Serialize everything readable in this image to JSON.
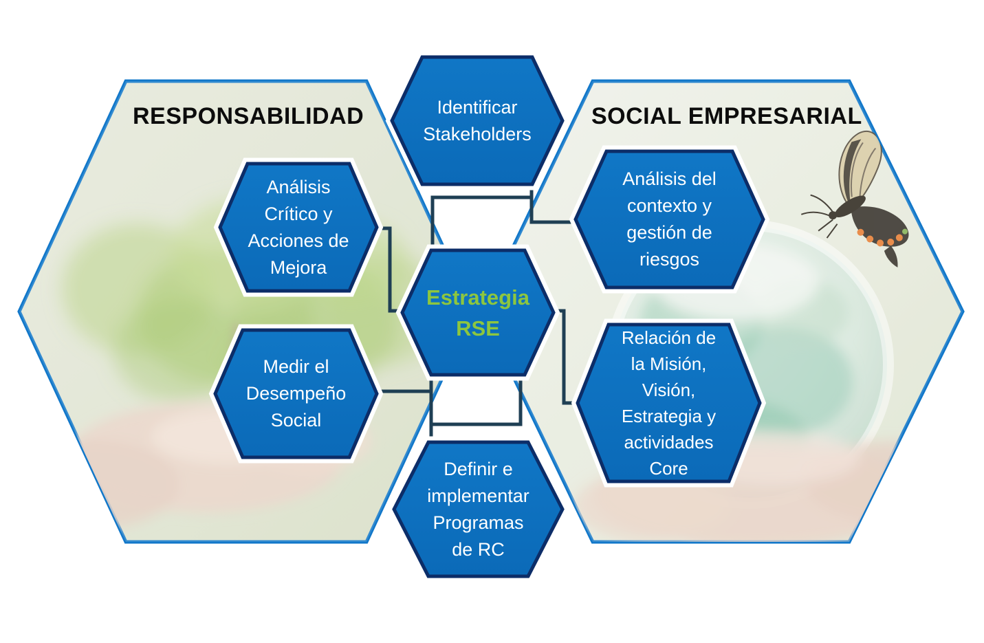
{
  "diagram": {
    "title_left": "RESPONSABILIDAD",
    "title_right": "SOCIAL EMPRESARIAL",
    "center_node": {
      "label": "Estrategia\nRSE"
    },
    "nodes": {
      "identificar": {
        "label": "Identificar\nStakeholders"
      },
      "analisis_critico": {
        "label": "Análisis\nCrítico y\nAcciones de\nMejora"
      },
      "medir": {
        "label": "Medir el\nDesempeño\nSocial"
      },
      "contexto": {
        "label": "Análisis del\ncontexto y\ngestión de\nriesgos"
      },
      "relacion": {
        "label": "Relación de\nla Misión,\nVisión,\nEstrategia y\nactividades\nCore"
      },
      "definir": {
        "label": "Definir e\nimplementar\nProgramas\nde RC"
      }
    },
    "colors": {
      "node_fill": "#0d72c2",
      "node_border": "#0c2d68",
      "panel_border": "#1177c9",
      "connector": "#1f3f54",
      "accent_green": "#8dc63f",
      "title_text": "#0c0c0c",
      "node_text": "#ffffff"
    }
  }
}
